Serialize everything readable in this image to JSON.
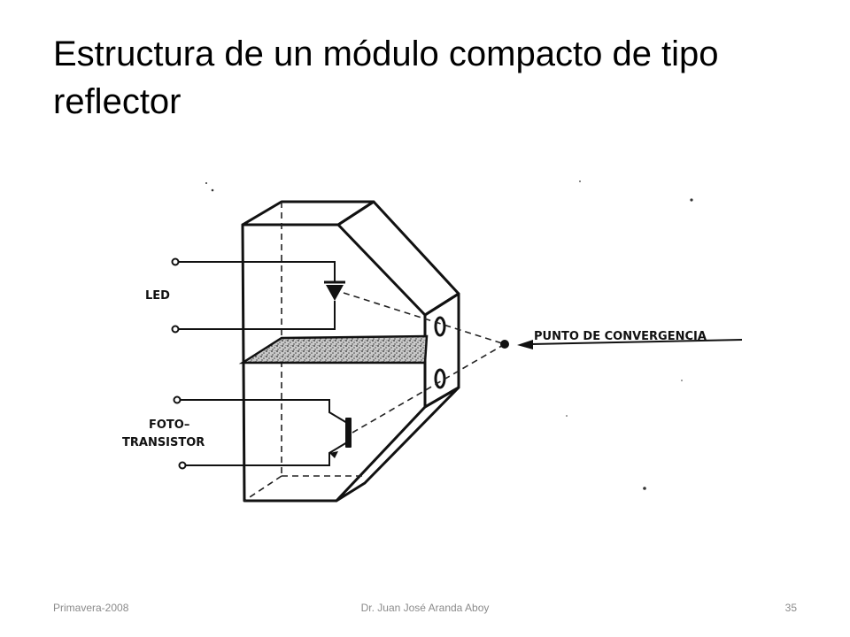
{
  "slide": {
    "title": "Estructura de un módulo compacto de tipo reflector"
  },
  "diagram": {
    "labels": {
      "led": "LED",
      "foto_line1": "FOTO–",
      "foto_line2": "TRANSISTOR",
      "convergence": "PUNTO DE CONVERGENCIA"
    }
  },
  "footer": {
    "left": "Primavera-2008",
    "center": "Dr. Juan José Aranda Aboy",
    "page": "35"
  }
}
